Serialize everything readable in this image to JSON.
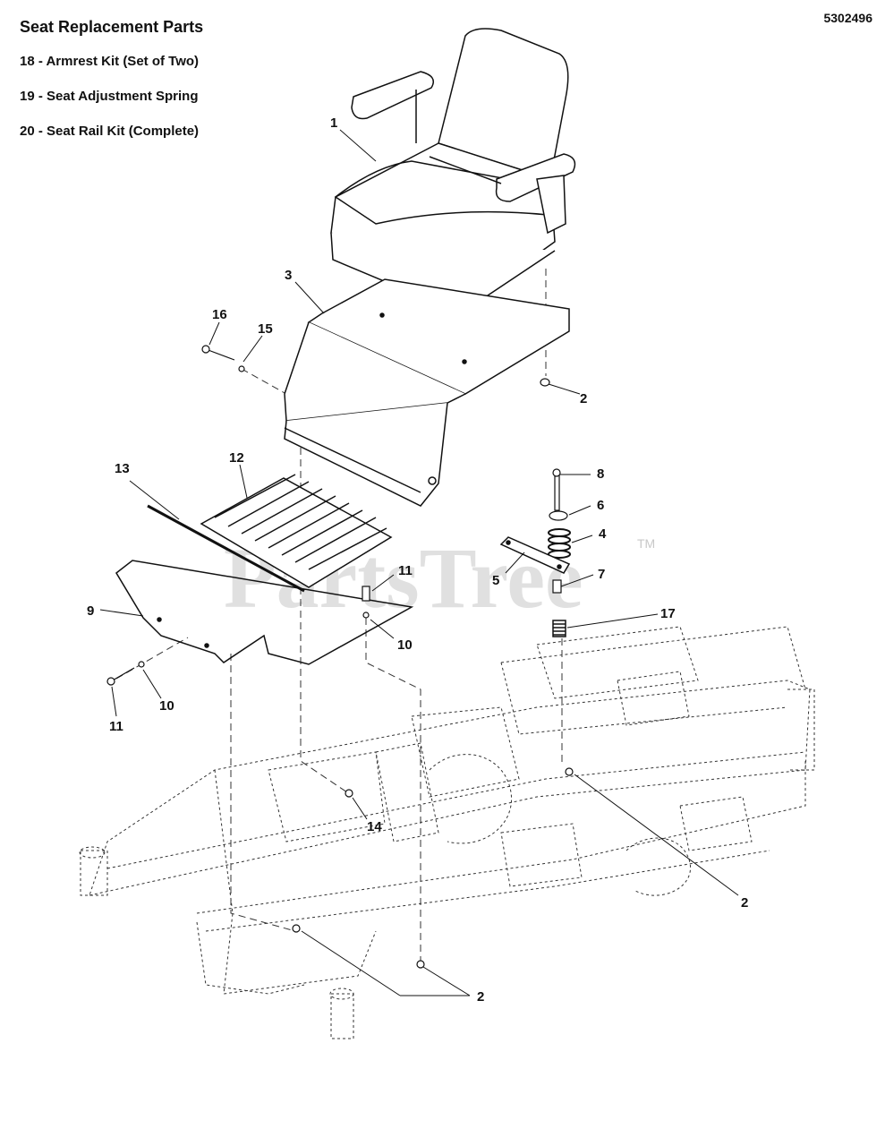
{
  "header": {
    "title": "Seat Replacement Parts",
    "doc_number": "5302496"
  },
  "parts_list": [
    "18 - Armrest Kit (Set of Two)",
    "19 - Seat Adjustment Spring",
    "20 - Seat Rail Kit (Complete)"
  ],
  "watermark": {
    "text": "PartsTree",
    "tm": "TM"
  },
  "callouts": {
    "c1": "1",
    "c3": "3",
    "c16": "16",
    "c15": "15",
    "c2a": "2",
    "c8": "8",
    "c6": "6",
    "c4": "4",
    "c5": "5",
    "c7": "7",
    "c17": "17",
    "c13": "13",
    "c12": "12",
    "c11a": "11",
    "c9": "9",
    "c10a": "10",
    "c11b": "11",
    "c10b": "10",
    "c14": "14",
    "c2b": "2",
    "c2c": "2"
  }
}
